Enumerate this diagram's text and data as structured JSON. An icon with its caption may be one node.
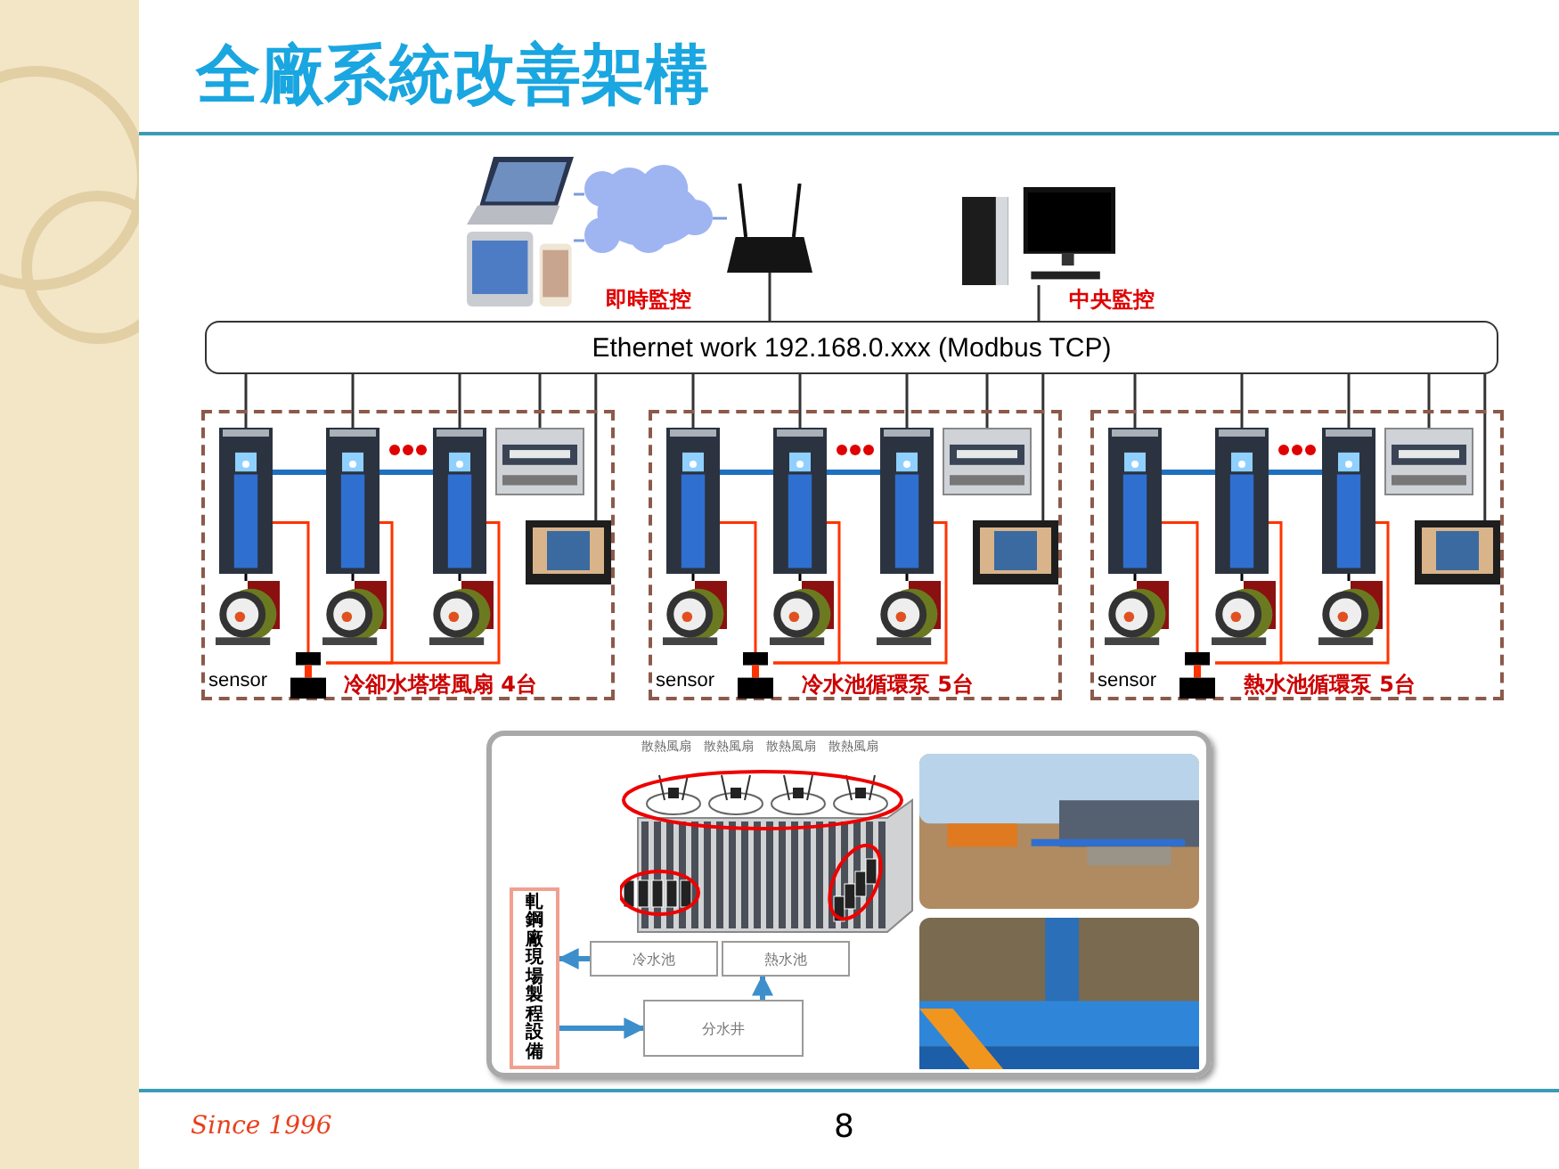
{
  "diagram": {
    "title": "全廠系統改善架構",
    "nodes": [
      {
        "text": [],
        "shape": "picture"
      },
      {
        "text": [],
        "shape": "picture"
      },
      {
        "text": [],
        "shape": "cloud"
      },
      {
        "text": [],
        "shape": "picture"
      },
      {
        "text": [],
        "shape": "picture"
      },
      {
        "text": [
          "Ethernet work 192.168.0.xxx (Modbus TCP)"
        ]
      },
      {
        "text": [
          "冷卻水塔塔風扇 4台"
        ]
      },
      {
        "text": [],
        "shape": "picture",
        "in": 6
      },
      {
        "text": [],
        "shape": "picture",
        "in": 6
      },
      {
        "text": [],
        "shape": "picture",
        "in": 6
      },
      {
        "text": [],
        "shape": "picture",
        "in": 6
      },
      {
        "text": [],
        "shape": "picture",
        "in": 6
      },
      {
        "text": [],
        "shape": "picture",
        "in": 6
      },
      {
        "text": [],
        "shape": "picture",
        "in": 6
      },
      {
        "text": [],
        "shape": "picture",
        "in": 6
      },
      {
        "text": [],
        "shape": "picture",
        "in": 6,
        "beside": [
          "sensor"
        ]
      },
      {
        "text": [
          "冷水池循環泵 5台"
        ]
      },
      {
        "text": [],
        "shape": "picture",
        "in": 16
      },
      {
        "text": [],
        "shape": "picture",
        "in": 16
      },
      {
        "text": [],
        "shape": "picture",
        "in": 16
      },
      {
        "text": [],
        "shape": "picture",
        "in": 16
      },
      {
        "text": [],
        "shape": "picture",
        "in": 16
      },
      {
        "text": [],
        "shape": "picture",
        "in": 16
      },
      {
        "text": [],
        "shape": "picture",
        "in": 16
      },
      {
        "text": [],
        "shape": "picture",
        "in": 16
      },
      {
        "text": [],
        "shape": "picture",
        "in": 16,
        "beside": [
          "sensor"
        ]
      },
      {
        "text": [
          "熱水池循環泵 5台"
        ]
      },
      {
        "text": [],
        "shape": "picture",
        "in": 26
      },
      {
        "text": [],
        "shape": "picture",
        "in": 26
      },
      {
        "text": [],
        "shape": "picture",
        "in": 26
      },
      {
        "text": [],
        "shape": "picture",
        "in": 26
      },
      {
        "text": [],
        "shape": "picture",
        "in": 26
      },
      {
        "text": [],
        "shape": "picture",
        "in": 26
      },
      {
        "text": [],
        "shape": "picture",
        "in": 26
      },
      {
        "text": [],
        "shape": "picture",
        "in": 26
      },
      {
        "text": [],
        "shape": "picture",
        "in": 26,
        "beside": [
          "sensor"
        ]
      },
      {
        "text": [],
        "shape": "box"
      },
      {
        "text": [
          "軋鋼廠現場製程設備"
        ],
        "in": 36
      },
      {
        "text": [
          "冷水池"
        ],
        "in": 36
      },
      {
        "text": [
          "熱水池"
        ],
        "in": 36
      },
      {
        "text": [
          "分水井"
        ],
        "in": 36
      },
      {
        "text": [],
        "shape": "picture",
        "in": 36
      },
      {
        "text": [],
        "shape": "picture",
        "in": 36
      }
    ],
    "edges": [
      {
        "from": 0,
        "to": 2,
        "arrow": "none",
        "color": "#7a9be0"
      },
      {
        "from": 1,
        "to": 2,
        "arrow": "none",
        "color": "#7a9be0"
      },
      {
        "from": 2,
        "to": 3,
        "arrow": "none",
        "color": "#7a9be0"
      },
      {
        "from": 3,
        "to": 5,
        "arrow": "none"
      },
      {
        "from": 4,
        "to": 5,
        "arrow": "none"
      },
      {
        "from": 5,
        "to": 7,
        "arrow": "none"
      },
      {
        "from": 5,
        "to": 8,
        "arrow": "none"
      },
      {
        "from": 5,
        "to": 9,
        "arrow": "none"
      },
      {
        "from": 5,
        "to": 10,
        "arrow": "none"
      },
      {
        "from": 5,
        "to": 11,
        "arrow": "none"
      },
      {
        "from": 7,
        "to": 8,
        "arrow": "none",
        "style": "thick",
        "color": "#1f6fbf"
      },
      {
        "from": 8,
        "to": 9,
        "arrow": "none",
        "style": "thick",
        "color": "#1f6fbf"
      },
      {
        "from": 7,
        "to": 12,
        "arrow": "none",
        "color": "#000000"
      },
      {
        "from": 8,
        "to": 13,
        "arrow": "none",
        "color": "#000000"
      },
      {
        "from": 9,
        "to": 14,
        "arrow": "none",
        "color": "#000000"
      },
      {
        "from": 7,
        "to": 15,
        "arrow": "none",
        "color": "#ff3300"
      },
      {
        "from": 8,
        "to": 15,
        "arrow": "none",
        "color": "#ff3300"
      },
      {
        "from": 9,
        "to": 15,
        "arrow": "none",
        "color": "#ff3300"
      },
      {
        "from": 5,
        "to": 17,
        "arrow": "none"
      },
      {
        "from": 5,
        "to": 18,
        "arrow": "none"
      },
      {
        "from": 5,
        "to": 19,
        "arrow": "none"
      },
      {
        "from": 5,
        "to": 20,
        "arrow": "none"
      },
      {
        "from": 5,
        "to": 21,
        "arrow": "none"
      },
      {
        "from": 17,
        "to": 18,
        "arrow": "none",
        "style": "thick",
        "color": "#1f6fbf"
      },
      {
        "from": 18,
        "to": 19,
        "arrow": "none",
        "style": "thick",
        "color": "#1f6fbf"
      },
      {
        "from": 17,
        "to": 22,
        "arrow": "none",
        "color": "#000000"
      },
      {
        "from": 18,
        "to": 23,
        "arrow": "none",
        "color": "#000000"
      },
      {
        "from": 19,
        "to": 24,
        "arrow": "none",
        "color": "#000000"
      },
      {
        "from": 17,
        "to": 25,
        "arrow": "none",
        "color": "#ff3300"
      },
      {
        "from": 18,
        "to": 25,
        "arrow": "none",
        "color": "#ff3300"
      },
      {
        "from": 19,
        "to": 25,
        "arrow": "none",
        "color": "#ff3300"
      },
      {
        "from": 5,
        "to": 27,
        "arrow": "none"
      },
      {
        "from": 5,
        "to": 28,
        "arrow": "none"
      },
      {
        "from": 5,
        "to": 29,
        "arrow": "none"
      },
      {
        "from": 5,
        "to": 30,
        "arrow": "none"
      },
      {
        "from": 5,
        "to": 31,
        "arrow": "none"
      },
      {
        "from": 27,
        "to": 28,
        "arrow": "none",
        "style": "thick",
        "color": "#1f6fbf"
      },
      {
        "from": 28,
        "to": 29,
        "arrow": "none",
        "style": "thick",
        "color": "#1f6fbf"
      },
      {
        "from": 27,
        "to": 32,
        "arrow": "none",
        "color": "#000000"
      },
      {
        "from": 28,
        "to": 33,
        "arrow": "none",
        "color": "#000000"
      },
      {
        "from": 29,
        "to": 34,
        "arrow": "none",
        "color": "#000000"
      },
      {
        "from": 27,
        "to": 35,
        "arrow": "none",
        "color": "#ff3300"
      },
      {
        "from": 28,
        "to": 35,
        "arrow": "none",
        "color": "#ff3300"
      },
      {
        "from": 29,
        "to": 35,
        "arrow": "none",
        "color": "#ff3300"
      },
      {
        "from": 38,
        "to": 37,
        "arrow": "to",
        "style": "thick",
        "color": "#3d8fcc"
      },
      {
        "from": 37,
        "to": 40,
        "arrow": "to",
        "style": "thick",
        "color": "#3d8fcc"
      },
      {
        "from": 40,
        "to": 39,
        "arrow": "to",
        "style": "thick",
        "color": "#3d8fcc"
      }
    ],
    "labels": [
      "即時監控",
      "中央監控",
      "散熱風扇",
      "散熱風扇",
      "散熱風扇",
      "散熱風扇",
      "Since 1996",
      "8"
    ]
  }
}
